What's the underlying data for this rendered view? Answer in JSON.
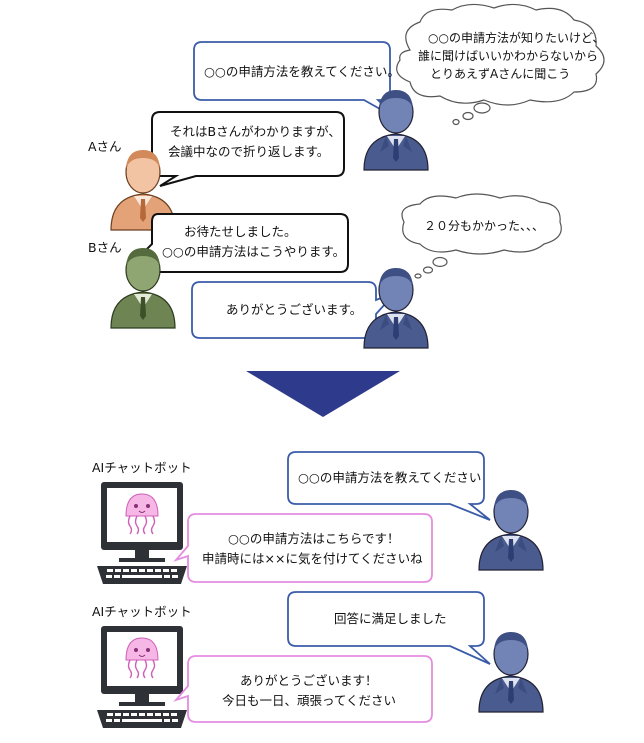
{
  "top": {
    "question": "○○の申請方法を教えてください。",
    "thought1": [
      "○○の申請方法が知りたいけど、",
      "誰に聞けばいいかわからないから",
      "とりあえずAさんに聞こう"
    ],
    "a_label": "Aさん",
    "a_reply": [
      "それはBさんがわかりますが、",
      "会議中なので折り返します。"
    ],
    "b_label": "Bさん",
    "b_reply": [
      "お待たせしました。",
      "○○の申請方法はこうやります。"
    ],
    "thought2": "２０分もかかった、、、",
    "thanks": "ありがとうございます。"
  },
  "bottom": {
    "bot1_label": "AIチャットボット",
    "user_q": "○○の申請方法を教えてください",
    "bot1_reply": [
      "○○の申請方法はこちらです！",
      "申請時には××に気を付けてくださいね"
    ],
    "bot2_label": "AIチャットボット",
    "user_feedback": "回答に満足しました",
    "bot2_reply": [
      "ありがとうございます！",
      "今日も一日、頑張ってください"
    ]
  },
  "colors": {
    "user": "#5b6e9e",
    "person_a": "#e3a277",
    "person_b": "#6e8553",
    "arrow": "#2e3a8c",
    "bubble_blue": "#3a5ca8",
    "bubble_pink": "#e58de0"
  }
}
